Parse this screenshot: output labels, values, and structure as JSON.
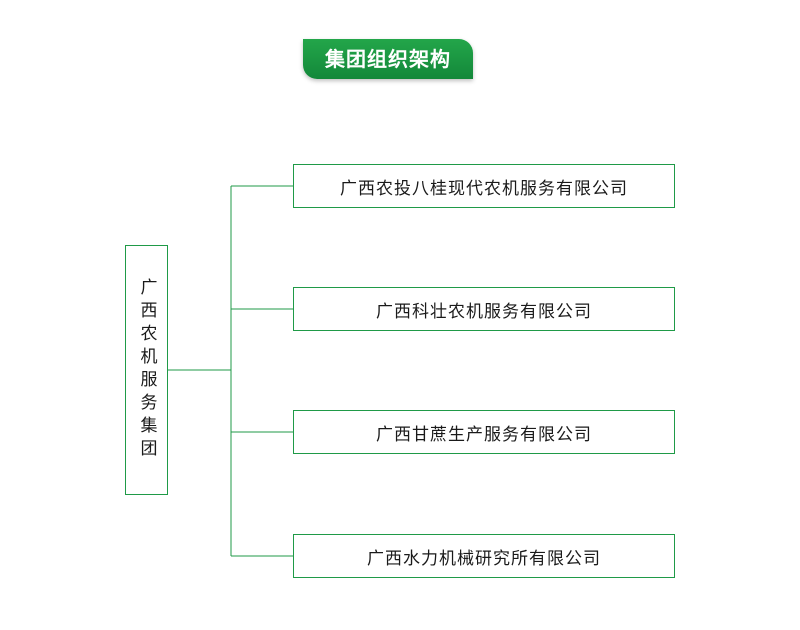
{
  "title": "集团组织架构",
  "root": {
    "label": "广西农机服务集团"
  },
  "children": [
    {
      "label": "广西农投八桂现代农机服务有限公司"
    },
    {
      "label": "广西科壮农机服务有限公司"
    },
    {
      "label": "广西甘蔗生产服务有限公司"
    },
    {
      "label": "广西水力机械研究所有限公司"
    }
  ],
  "colors": {
    "accent": "#1f9a47",
    "badge": "#1a9a44",
    "text": "#1a1a1a"
  }
}
